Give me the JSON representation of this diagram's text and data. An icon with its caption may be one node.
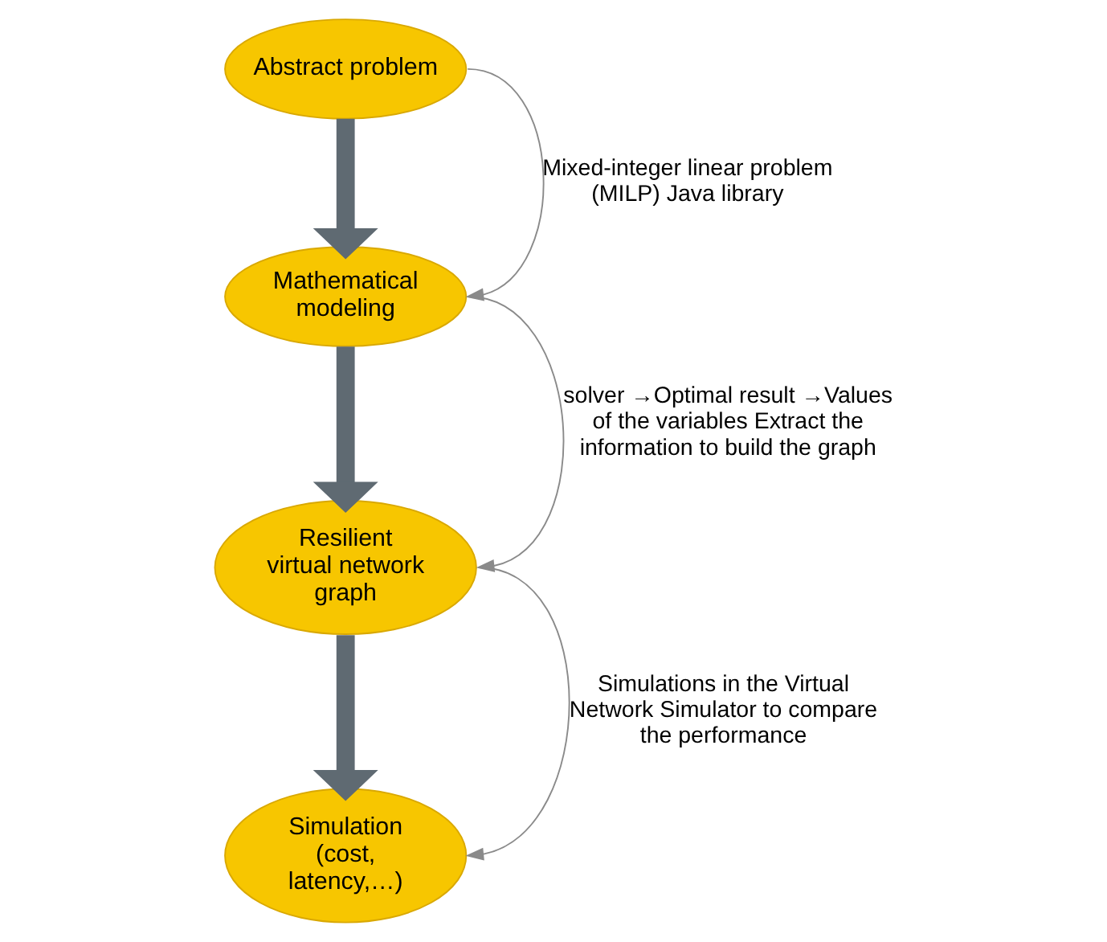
{
  "diagram": {
    "nodes": [
      {
        "text": [
          "Abstract problem"
        ]
      },
      {
        "text": [
          "Mathematical modeling"
        ]
      },
      {
        "text": [
          "Resilient virtual network graph"
        ]
      },
      {
        "text": [
          "Simulation (cost, latency,…)"
        ]
      }
    ],
    "edges": [
      {
        "from": 0,
        "to": 1,
        "arrow": "to",
        "style": "thick",
        "color": "#5f6a72"
      },
      {
        "from": 1,
        "to": 2,
        "arrow": "to",
        "style": "thick",
        "color": "#5f6a72"
      },
      {
        "from": 2,
        "to": 3,
        "arrow": "to",
        "style": "thick",
        "color": "#5f6a72"
      },
      {
        "from": 0,
        "to": 1,
        "arrow": "to",
        "label": "Mixed-integer linear problem (MILP) Java library"
      },
      {
        "from": 1,
        "to": 2,
        "arrow": "to",
        "label": "solver →Optimal result →Values of the variables Extract the information to build the graph"
      },
      {
        "from": 2,
        "to": 3,
        "arrow": "to",
        "label": "Simulations in the Virtual Network Simulator to compare the performance"
      }
    ]
  }
}
